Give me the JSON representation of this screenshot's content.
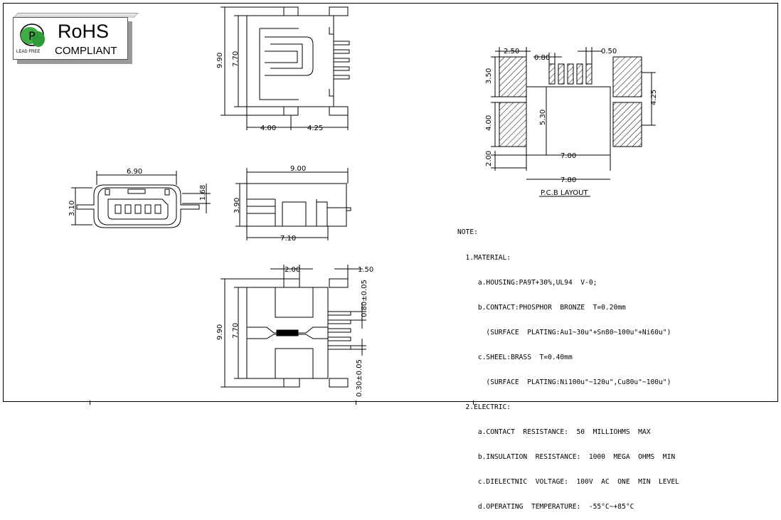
{
  "badge": {
    "title": "RoHS",
    "subtitle": "COMPLIANT",
    "logo_caption": "LEAD FREE",
    "logo_letter": "P"
  },
  "colors": {
    "ink": "#000000",
    "logo_green": "#3fae45",
    "shadow": "#9a9a9a"
  },
  "dimensions": {
    "top_view_height": "9.90",
    "top_view_inner": "7.70",
    "top_view_left": "4.00",
    "top_view_right": "4.25",
    "front_width": "6.90",
    "front_height": "3.10",
    "front_opening": "1.68",
    "side_length": "9.00",
    "side_height": "3.90",
    "side_base": "7.10",
    "bottom_height": "9.90",
    "bottom_inner": "7.70",
    "bottom_tab": "2.00",
    "bottom_pitch_top": "1.50",
    "bottom_pin_pitch": "0.80±0.05",
    "bottom_pin_width": "0.30±0.05",
    "pcb_pad_w": "2.50",
    "pcb_pin_pitch": "0.80",
    "pcb_pin_width": "0.50",
    "pcb_pad_h_top": "3.50",
    "pcb_pad_h_mid": "4.00",
    "pcb_pad_gap": "2.00",
    "pcb_center_h": "5.30",
    "pcb_right_h": "4.25",
    "pcb_inner_w": "7.00",
    "pcb_outer_w": "7.80"
  },
  "pcb": {
    "caption": "P.C.B LAYOUT"
  },
  "notes": {
    "heading": "NOTE:",
    "lines": [
      "  1.MATERIAL:",
      "     a.HOUSING:PA9T+30%,UL94  V-0;",
      "     b.CONTACT:PHOSPHOR  BRONZE  T=0.20mm",
      "       (SURFACE  PLATING:Au1~30u\"+Sn80~100u\"+Ni60u\")",
      "     c.SHEEL:BRASS  T=0.40mm",
      "       (SURFACE  PLATING:Ni100u\"~120u\",Cu80u\"~100u\")",
      "  2.ELECTRIC:",
      "     a.CONTACT  RESISTANCE:  50  MILLIOHMS  MAX",
      "     b.INSULATION  RESISTANCE:  1000  MEGA  OHMS  MIN",
      "     c.DIELECTNIC  VOLTAGE:  100V  AC  ONE  MIN  LEVEL",
      "     d.OPERATING  TEMPERATURE:  -55°C~+85°C"
    ]
  }
}
